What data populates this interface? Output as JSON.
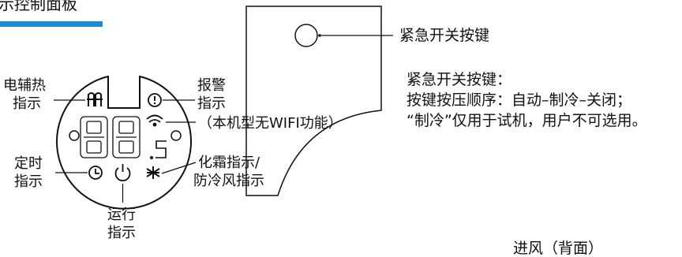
{
  "header": {
    "title_partial": "示控制面板"
  },
  "colors": {
    "accent": "#1a8ad4",
    "line": "#111111"
  },
  "panel": {
    "callout": "紧急开关按键",
    "note_title": "紧急开关按键：",
    "note_line1": "按键按压顺序：自动–制冷–关闭；",
    "note_line2": "“制冷”仅用于试机，用户不可选用。"
  },
  "labels": {
    "heater_1": "电辅热",
    "heater_2": "指示",
    "alarm_1": "报警",
    "alarm_2": "指示",
    "wifi": "（本机型无WIFI功能）",
    "timer_1": "定时",
    "timer_2": "指示",
    "defrost_1": "化霜指示/",
    "defrost_2": "防冷风指示",
    "run_1": "运行",
    "run_2": "指示"
  },
  "display": {
    "digits": "88",
    "small_digit": "5"
  },
  "icons": [
    "heater-icon",
    "alarm-icon",
    "wifi-icon",
    "timer-icon",
    "power-icon",
    "defrost-icon"
  ],
  "footer": {
    "partial": "进风（背面）"
  }
}
